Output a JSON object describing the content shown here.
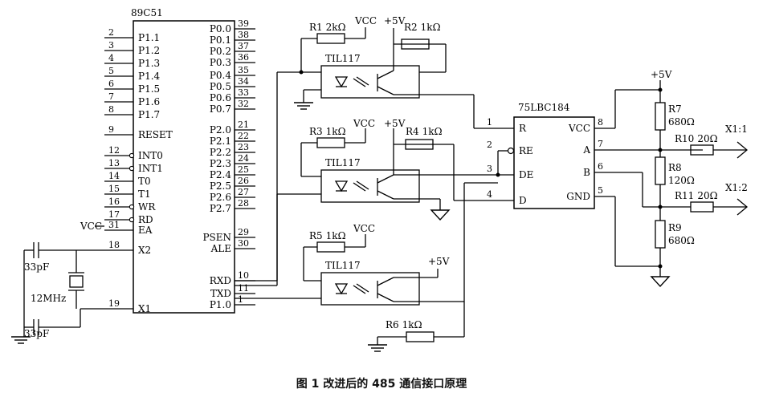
{
  "mcu": {
    "name": "89C51",
    "left_pins": [
      {
        "num": "2",
        "name": "P1.1"
      },
      {
        "num": "3",
        "name": "P1.2"
      },
      {
        "num": "4",
        "name": "P1.3"
      },
      {
        "num": "5",
        "name": "P1.4"
      },
      {
        "num": "6",
        "name": "P1.5"
      },
      {
        "num": "7",
        "name": "P1.6"
      },
      {
        "num": "8",
        "name": "P1.7"
      },
      {
        "num": "9",
        "name": "RESET"
      },
      {
        "num": "12",
        "name": "INT0"
      },
      {
        "num": "13",
        "name": "INT1"
      },
      {
        "num": "14",
        "name": "T0"
      },
      {
        "num": "15",
        "name": "T1"
      },
      {
        "num": "16",
        "name": "WR"
      },
      {
        "num": "17",
        "name": "RD"
      },
      {
        "num": "31",
        "name": "EA"
      },
      {
        "num": "18",
        "name": "X2"
      },
      {
        "num": "19",
        "name": "X1"
      }
    ],
    "right_pins": [
      {
        "num": "39",
        "name": "P0.0"
      },
      {
        "num": "38",
        "name": "P0.1"
      },
      {
        "num": "37",
        "name": "P0.2"
      },
      {
        "num": "36",
        "name": "P0.3"
      },
      {
        "num": "35",
        "name": "P0.4"
      },
      {
        "num": "34",
        "name": "P0.5"
      },
      {
        "num": "33",
        "name": "P0.6"
      },
      {
        "num": "32",
        "name": "P0.7"
      },
      {
        "num": "21",
        "name": "P2.0"
      },
      {
        "num": "22",
        "name": "P2.1"
      },
      {
        "num": "23",
        "name": "P2.2"
      },
      {
        "num": "24",
        "name": "P2.3"
      },
      {
        "num": "25",
        "name": "P2.4"
      },
      {
        "num": "26",
        "name": "P2.5"
      },
      {
        "num": "27",
        "name": "P2.6"
      },
      {
        "num": "28",
        "name": "P2.7"
      },
      {
        "num": "29",
        "name": "PSEN"
      },
      {
        "num": "30",
        "name": "ALE"
      },
      {
        "num": "10",
        "name": "RXD"
      },
      {
        "num": "11",
        "name": "TXD"
      },
      {
        "num": "1",
        "name": "P1.0"
      }
    ],
    "ea_supply": "VCC"
  },
  "crystal": {
    "cap1": "33pF",
    "cap2": "33pF",
    "freq": "12MHz"
  },
  "optos": [
    {
      "name": "TIL117",
      "r_a_name": "R1",
      "r_a_val": "2kΩ",
      "r_a_supply": "VCC",
      "r_b_name": "R2",
      "r_b_val": "1kΩ",
      "r_b_supply": "+5V"
    },
    {
      "name": "TIL117",
      "r_a_name": "R3",
      "r_a_val": "1kΩ",
      "r_a_supply": "VCC",
      "r_b_name": "R4",
      "r_b_val": "1kΩ",
      "r_b_supply": "+5V"
    },
    {
      "name": "TIL117",
      "r_a_name": "R5",
      "r_a_val": "1kΩ",
      "r_a_supply": "VCC",
      "r_b_supply": "+5V"
    }
  ],
  "r6": {
    "name": "R6",
    "val": "1kΩ"
  },
  "transceiver": {
    "name": "75LBC184",
    "pins": [
      {
        "num": "1",
        "name": "R"
      },
      {
        "num": "2",
        "name": "RE"
      },
      {
        "num": "3",
        "name": "DE"
      },
      {
        "num": "4",
        "name": "D"
      },
      {
        "num": "8",
        "name": "VCC"
      },
      {
        "num": "7",
        "name": "A"
      },
      {
        "num": "6",
        "name": "B"
      },
      {
        "num": "5",
        "name": "GND"
      }
    ]
  },
  "bus": {
    "supply": "+5V",
    "r7": {
      "name": "R7",
      "val": "680Ω"
    },
    "r8": {
      "name": "R8",
      "val": "120Ω"
    },
    "r9": {
      "name": "R9",
      "val": "680Ω"
    },
    "r10": {
      "name": "R10",
      "val": "20Ω"
    },
    "r11": {
      "name": "R11",
      "val": "20Ω"
    },
    "out1": "X1:1",
    "out2": "X1:2"
  },
  "caption": "图 1   改进后的 485 通信接口原理"
}
